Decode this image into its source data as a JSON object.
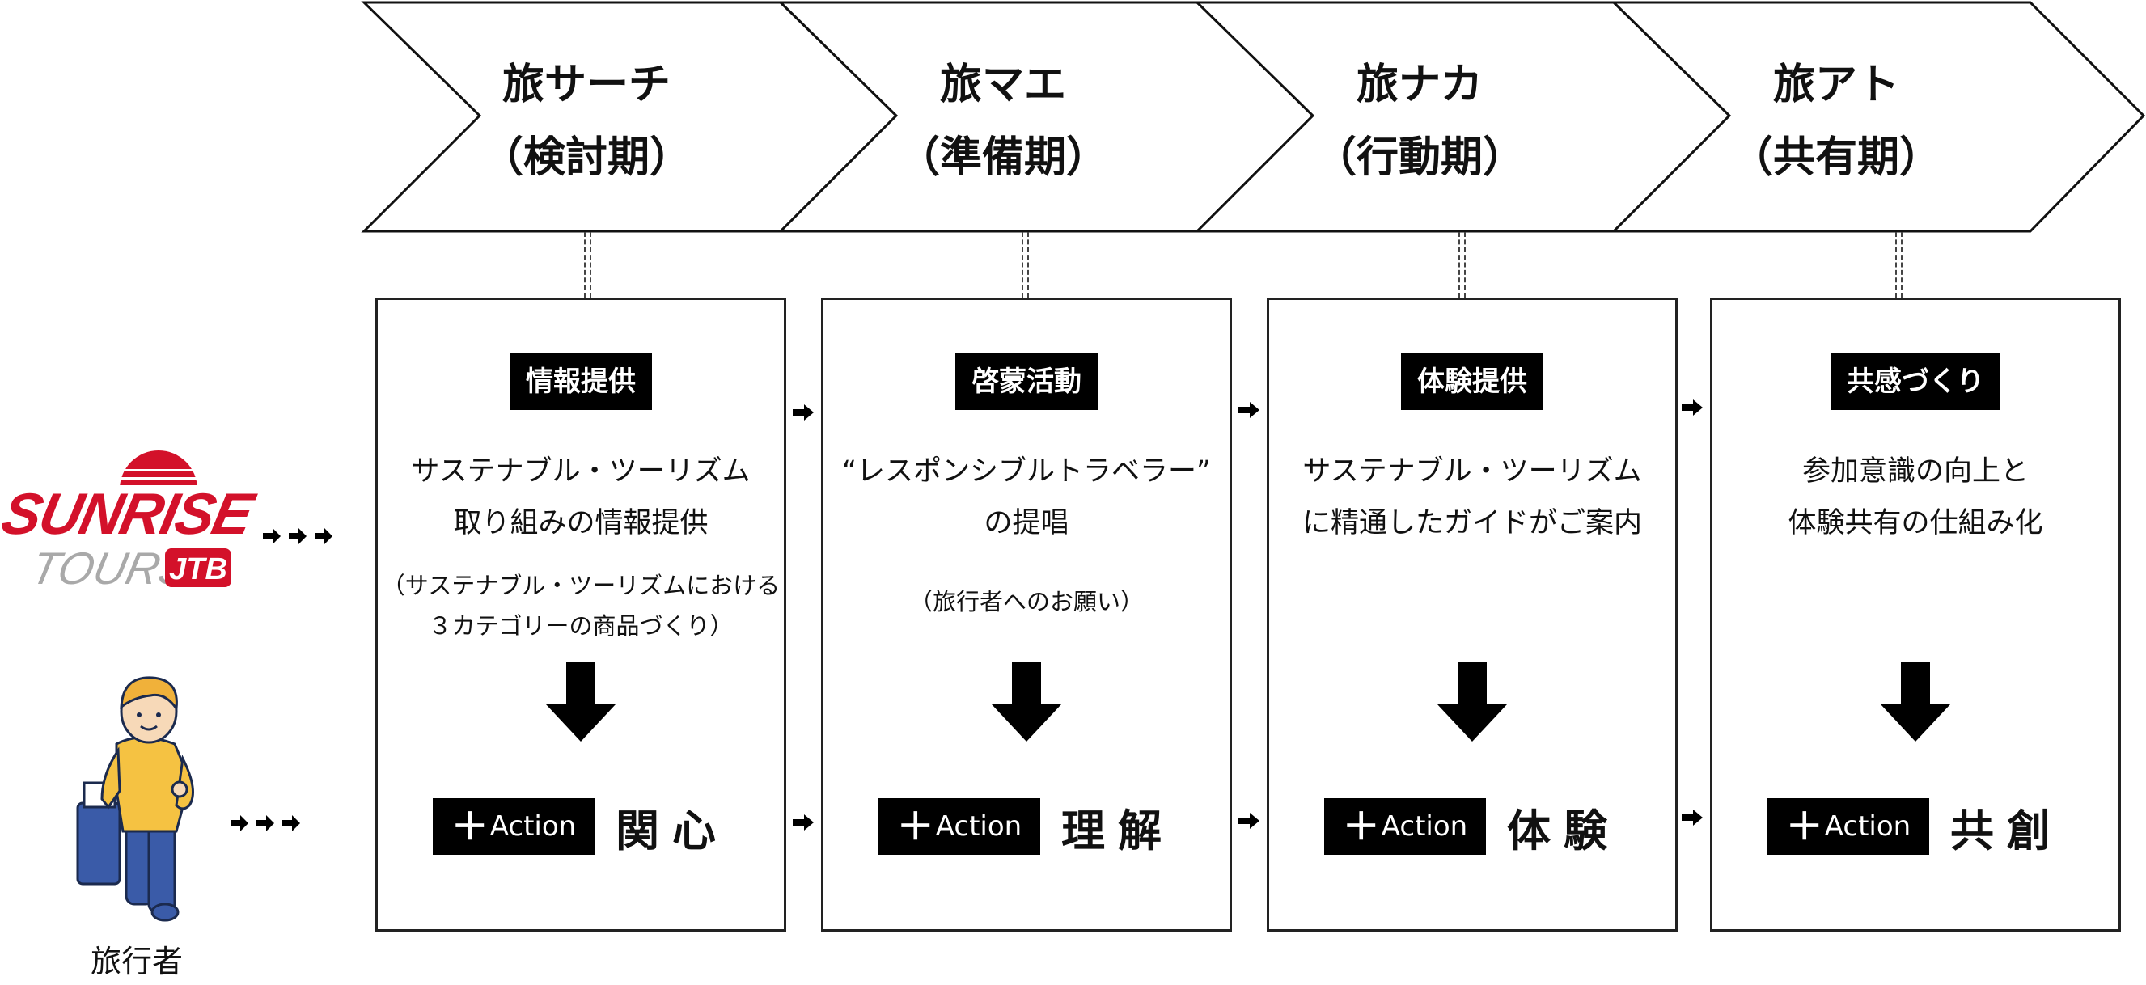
{
  "phases": [
    {
      "name": "旅サーチ",
      "period": "（検討期）"
    },
    {
      "name": "旅マエ",
      "period": "（準備期）"
    },
    {
      "name": "旅ナカ",
      "period": "（行動期）"
    },
    {
      "name": "旅アト",
      "period": "（共有期）"
    }
  ],
  "cards": [
    {
      "tag": "情報提供",
      "desc": [
        "サステナブル・ツーリズム",
        "取り組みの情報提供"
      ],
      "note": [
        "（サステナブル・ツーリズムにおける",
        "３カテゴリーの商品づくり）"
      ],
      "action_label": "Action",
      "stage": "関心"
    },
    {
      "tag": "啓蒙活動",
      "desc": [
        "“レスポンシブルトラベラー”",
        "の提唱"
      ],
      "note": [
        "（旅行者へのお願い）"
      ],
      "action_label": "Action",
      "stage": "理解"
    },
    {
      "tag": "体験提供",
      "desc": [
        "サステナブル・ツーリズム",
        "に精通したガイドがご案内"
      ],
      "note": [],
      "action_label": "Action",
      "stage": "体験"
    },
    {
      "tag": "共感づくり",
      "desc": [
        "参加意識の向上と",
        "体験共有の仕組み化"
      ],
      "note": [],
      "action_label": "Action",
      "stage": "共創"
    }
  ],
  "actors": {
    "company_logo": {
      "line1": "SUNRISE",
      "line2": "TOURS",
      "badge": "JTB",
      "accent": "#d3112a"
    },
    "traveler_label": "旅行者"
  },
  "colors": {
    "tag_bg": "#000000",
    "border": "#222222",
    "logo_red": "#d3112a",
    "logo_gray": "#a9a9a9",
    "traveler_shirt": "#f5c242",
    "traveler_pants": "#3a5ba8",
    "traveler_hair": "#f0b13a"
  }
}
